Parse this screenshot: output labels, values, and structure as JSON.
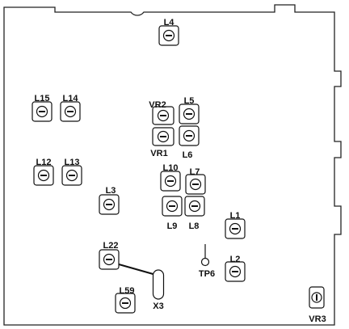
{
  "components": [
    {
      "id": "L4",
      "kind": "coil"
    },
    {
      "id": "L15",
      "kind": "coil"
    },
    {
      "id": "L14",
      "kind": "coil"
    },
    {
      "id": "VR2",
      "kind": "trimmer"
    },
    {
      "id": "L5",
      "kind": "coil"
    },
    {
      "id": "VR1",
      "kind": "trimmer"
    },
    {
      "id": "L6",
      "kind": "coil"
    },
    {
      "id": "L12",
      "kind": "coil"
    },
    {
      "id": "L13",
      "kind": "coil"
    },
    {
      "id": "L10",
      "kind": "coil"
    },
    {
      "id": "L7",
      "kind": "coil"
    },
    {
      "id": "L3",
      "kind": "coil"
    },
    {
      "id": "L9",
      "kind": "coil"
    },
    {
      "id": "L8",
      "kind": "coil"
    },
    {
      "id": "L1",
      "kind": "coil"
    },
    {
      "id": "L22",
      "kind": "coil"
    },
    {
      "id": "TP6",
      "kind": "test-point"
    },
    {
      "id": "L2",
      "kind": "coil"
    },
    {
      "id": "X3",
      "kind": "crystal"
    },
    {
      "id": "L59",
      "kind": "coil"
    },
    {
      "id": "VR3",
      "kind": "trimmer"
    }
  ]
}
